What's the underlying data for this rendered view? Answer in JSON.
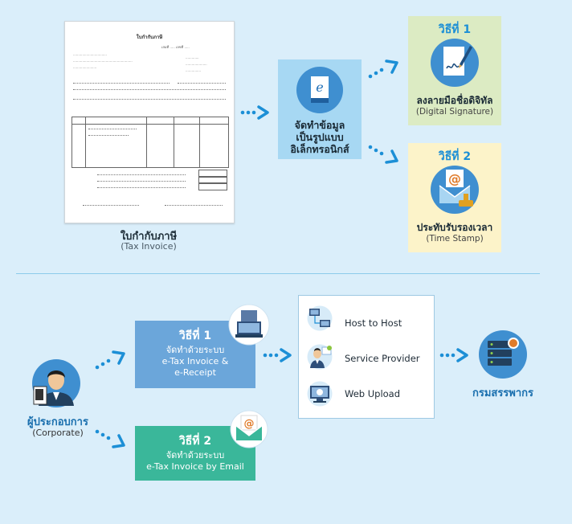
{
  "top": {
    "invoice": {
      "doc_title": "ใบกำกับภาษี",
      "caption_th": "ใบกำกับภาษี",
      "caption_en": "(Tax Invoice)"
    },
    "edoc": {
      "line1": "จัดทำข้อมูล",
      "line2": "เป็นรูปแบบ",
      "line3": "อิเล็กทรอนิกส์"
    },
    "way1": {
      "title": "วิธีที่ 1",
      "label_th": "ลงลายมือชื่อดิจิทัล",
      "label_en": "(Digital Signature)"
    },
    "way2": {
      "title": "วิธีที่ 2",
      "label_th": "ประทับรับรองเวลา",
      "label_en": "(Time Stamp)"
    }
  },
  "bottom": {
    "corporate": {
      "label_th": "ผู้ประกอบการ",
      "label_en": "(Corporate)"
    },
    "method1": {
      "title": "วิธีที่ 1",
      "line1": "จัดทำด้วยระบบ",
      "line2": "e-Tax Invoice &",
      "line3": "e-Receipt"
    },
    "method2": {
      "title": "วิธีที่ 2",
      "line1": "จัดทำด้วยระบบ",
      "line2": "e-Tax Invoice by Email"
    },
    "services": [
      {
        "label": "Host to Host",
        "icon": "host-to-host-icon"
      },
      {
        "label": "Service Provider",
        "icon": "service-provider-icon"
      },
      {
        "label": "Web Upload",
        "icon": "web-upload-icon"
      }
    ],
    "revenue_dept": {
      "label": "กรมสรรพากร"
    }
  },
  "colors": {
    "background": "#daeefa",
    "arrow": "#1c8fd6",
    "method1": "#6ba6da",
    "method2": "#3ab79a",
    "way_green": "#dcebc3",
    "way_yellow": "#fcf3c9"
  }
}
